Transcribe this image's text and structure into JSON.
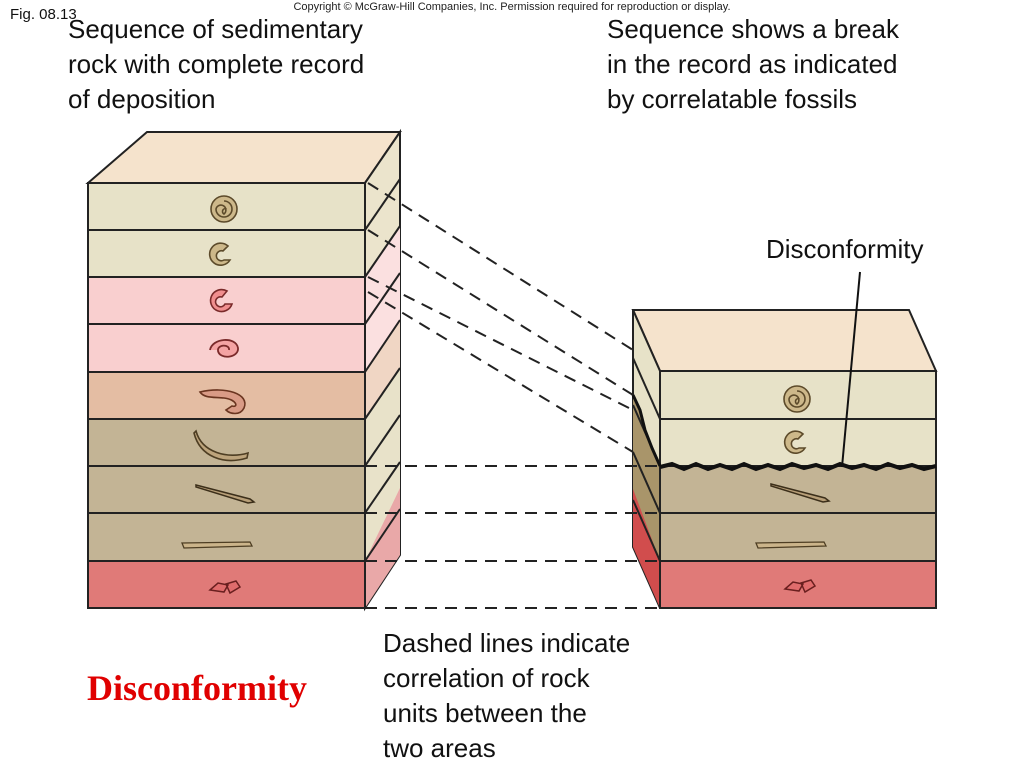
{
  "figure_label": "Fig. 08.13",
  "copyright": "Copyright © McGraw-Hill Companies, Inc. Permission required for reproduction or display.",
  "caption_left": "Sequence of sedimentary\nrock with complete record\nof deposition",
  "caption_right": "Sequence shows a break\nin the record as indicated\nby correlatable fossils",
  "disconformity_callout": "Disconformity",
  "caption_bottom": "Dashed lines indicate\ncorrelation of rock\nunits between the\ntwo areas",
  "title": "Disconformity",
  "colors": {
    "cream": "#e7e2c8",
    "pink": "#f9cfcf",
    "peach": "#e4bda3",
    "tan": "#c3b495",
    "red": "#e07a78",
    "top_face": "#f5e3cc",
    "title_red": "#e00000"
  },
  "left_column_layers": [
    {
      "fill": "cream",
      "fossil": "coiled-ammonite-large"
    },
    {
      "fill": "cream",
      "fossil": "coiled-ammonite-small"
    },
    {
      "fill": "pink",
      "fossil": "pink-coiled-shell"
    },
    {
      "fill": "pink",
      "fossil": "pink-spiral-shell"
    },
    {
      "fill": "peach",
      "fossil": "hooked-shell"
    },
    {
      "fill": "tan",
      "fossil": "curved-shell"
    },
    {
      "fill": "tan",
      "fossil": "straight-cone-shell"
    },
    {
      "fill": "tan",
      "fossil": "flat-rod-shell"
    },
    {
      "fill": "red",
      "fossil": "red-fragment-shell"
    }
  ],
  "right_column_layers": [
    {
      "fill": "cream",
      "fossil": "coiled-ammonite-large"
    },
    {
      "fill": "cream",
      "fossil": "coiled-ammonite-small"
    },
    {
      "fill": "tan",
      "fossil": "straight-cone-shell"
    },
    {
      "fill": "tan",
      "fossil": "flat-rod-shell"
    },
    {
      "fill": "red",
      "fossil": "red-fragment-shell"
    }
  ]
}
